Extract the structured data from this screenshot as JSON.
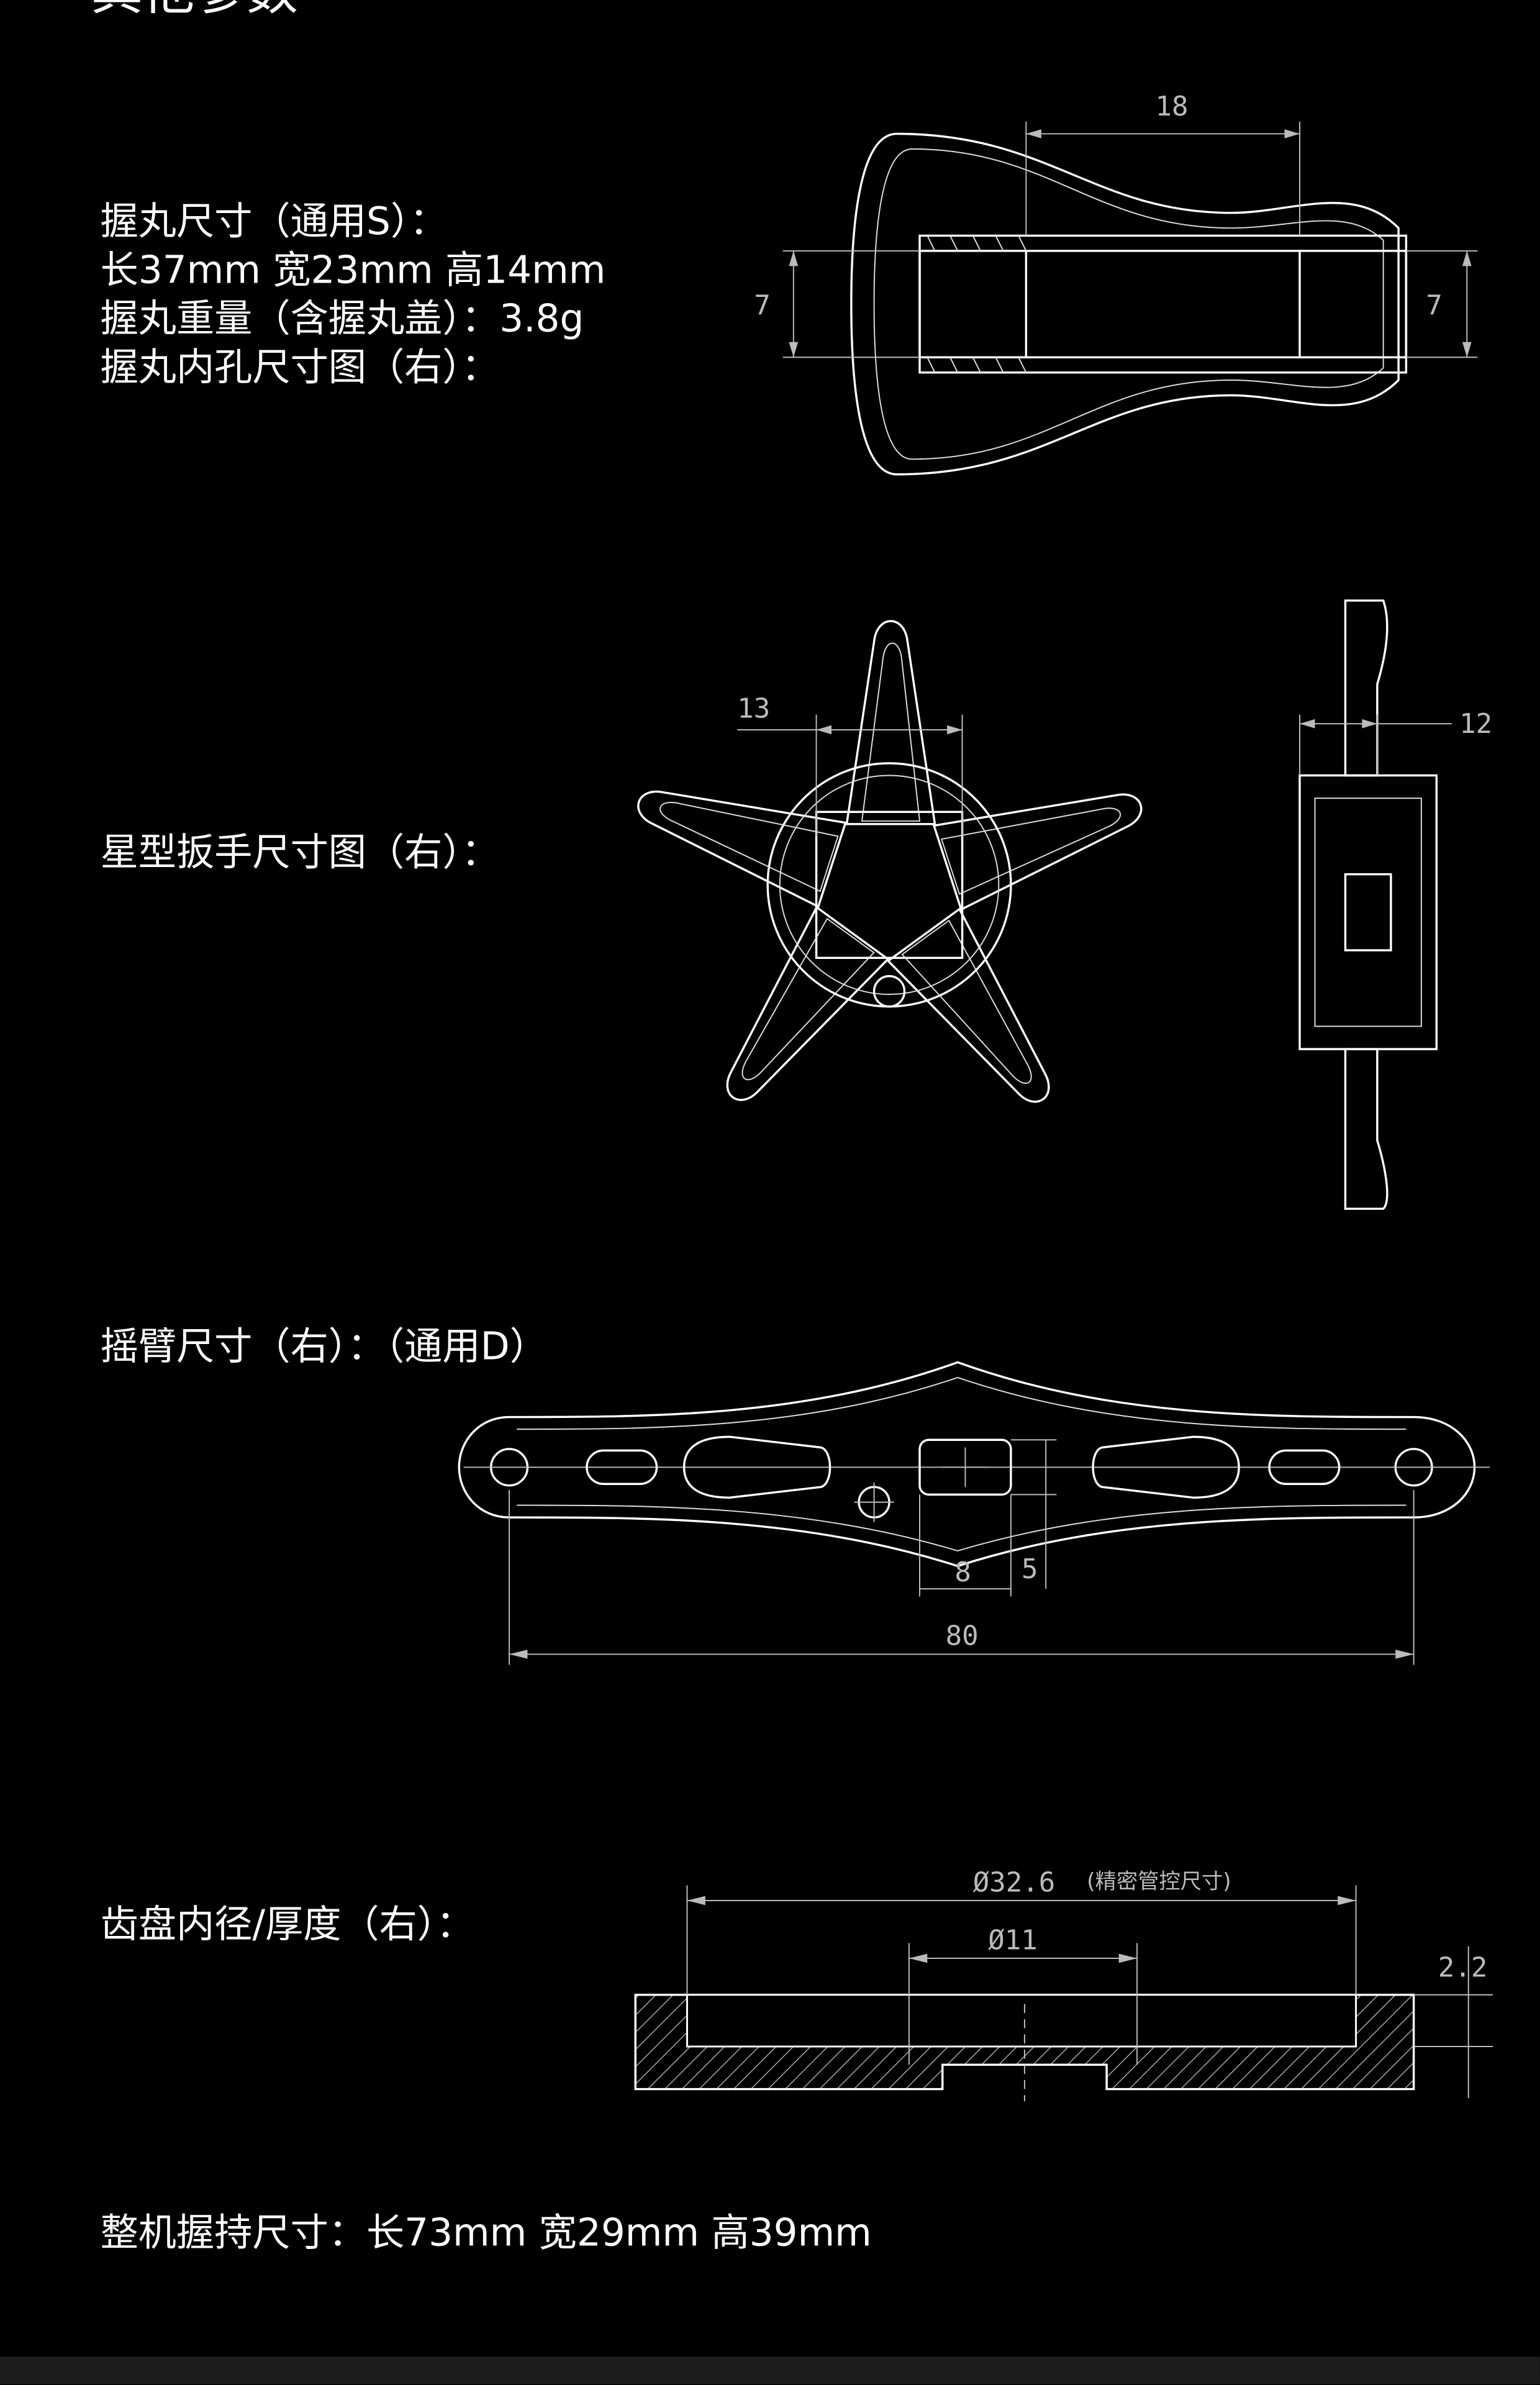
{
  "section_title": "其他参数",
  "knob": {
    "line1": "握丸尺寸（通用S）：",
    "line2": "长37mm 宽23mm 高14mm",
    "line3": "握丸重量（含握丸盖）：3.8g",
    "line4": "握丸内孔尺寸图（右）：",
    "dim_top": "18",
    "dim_left": "7",
    "dim_right": "7"
  },
  "star": {
    "label": "星型扳手尺寸图（右）：",
    "dim_width": "13",
    "dim_side": "12"
  },
  "handle": {
    "label": "摇臂尺寸（右）：（通用D）",
    "dim_hole_w": "8",
    "dim_hole_h": "5",
    "dim_total": "80"
  },
  "gear": {
    "label": "齿盘内径/厚度（右）：",
    "dim_outer": "Ø32.6",
    "dim_outer_note": "(精密管控尺寸)",
    "dim_inner": "Ø11",
    "dim_thickness": "2.2"
  },
  "overall": {
    "label": "整机握持尺寸：长73mm 宽29mm 高39mm"
  },
  "colors": {
    "background": "#000000",
    "text": "#ffffff",
    "footer": "#1c1c1c"
  }
}
